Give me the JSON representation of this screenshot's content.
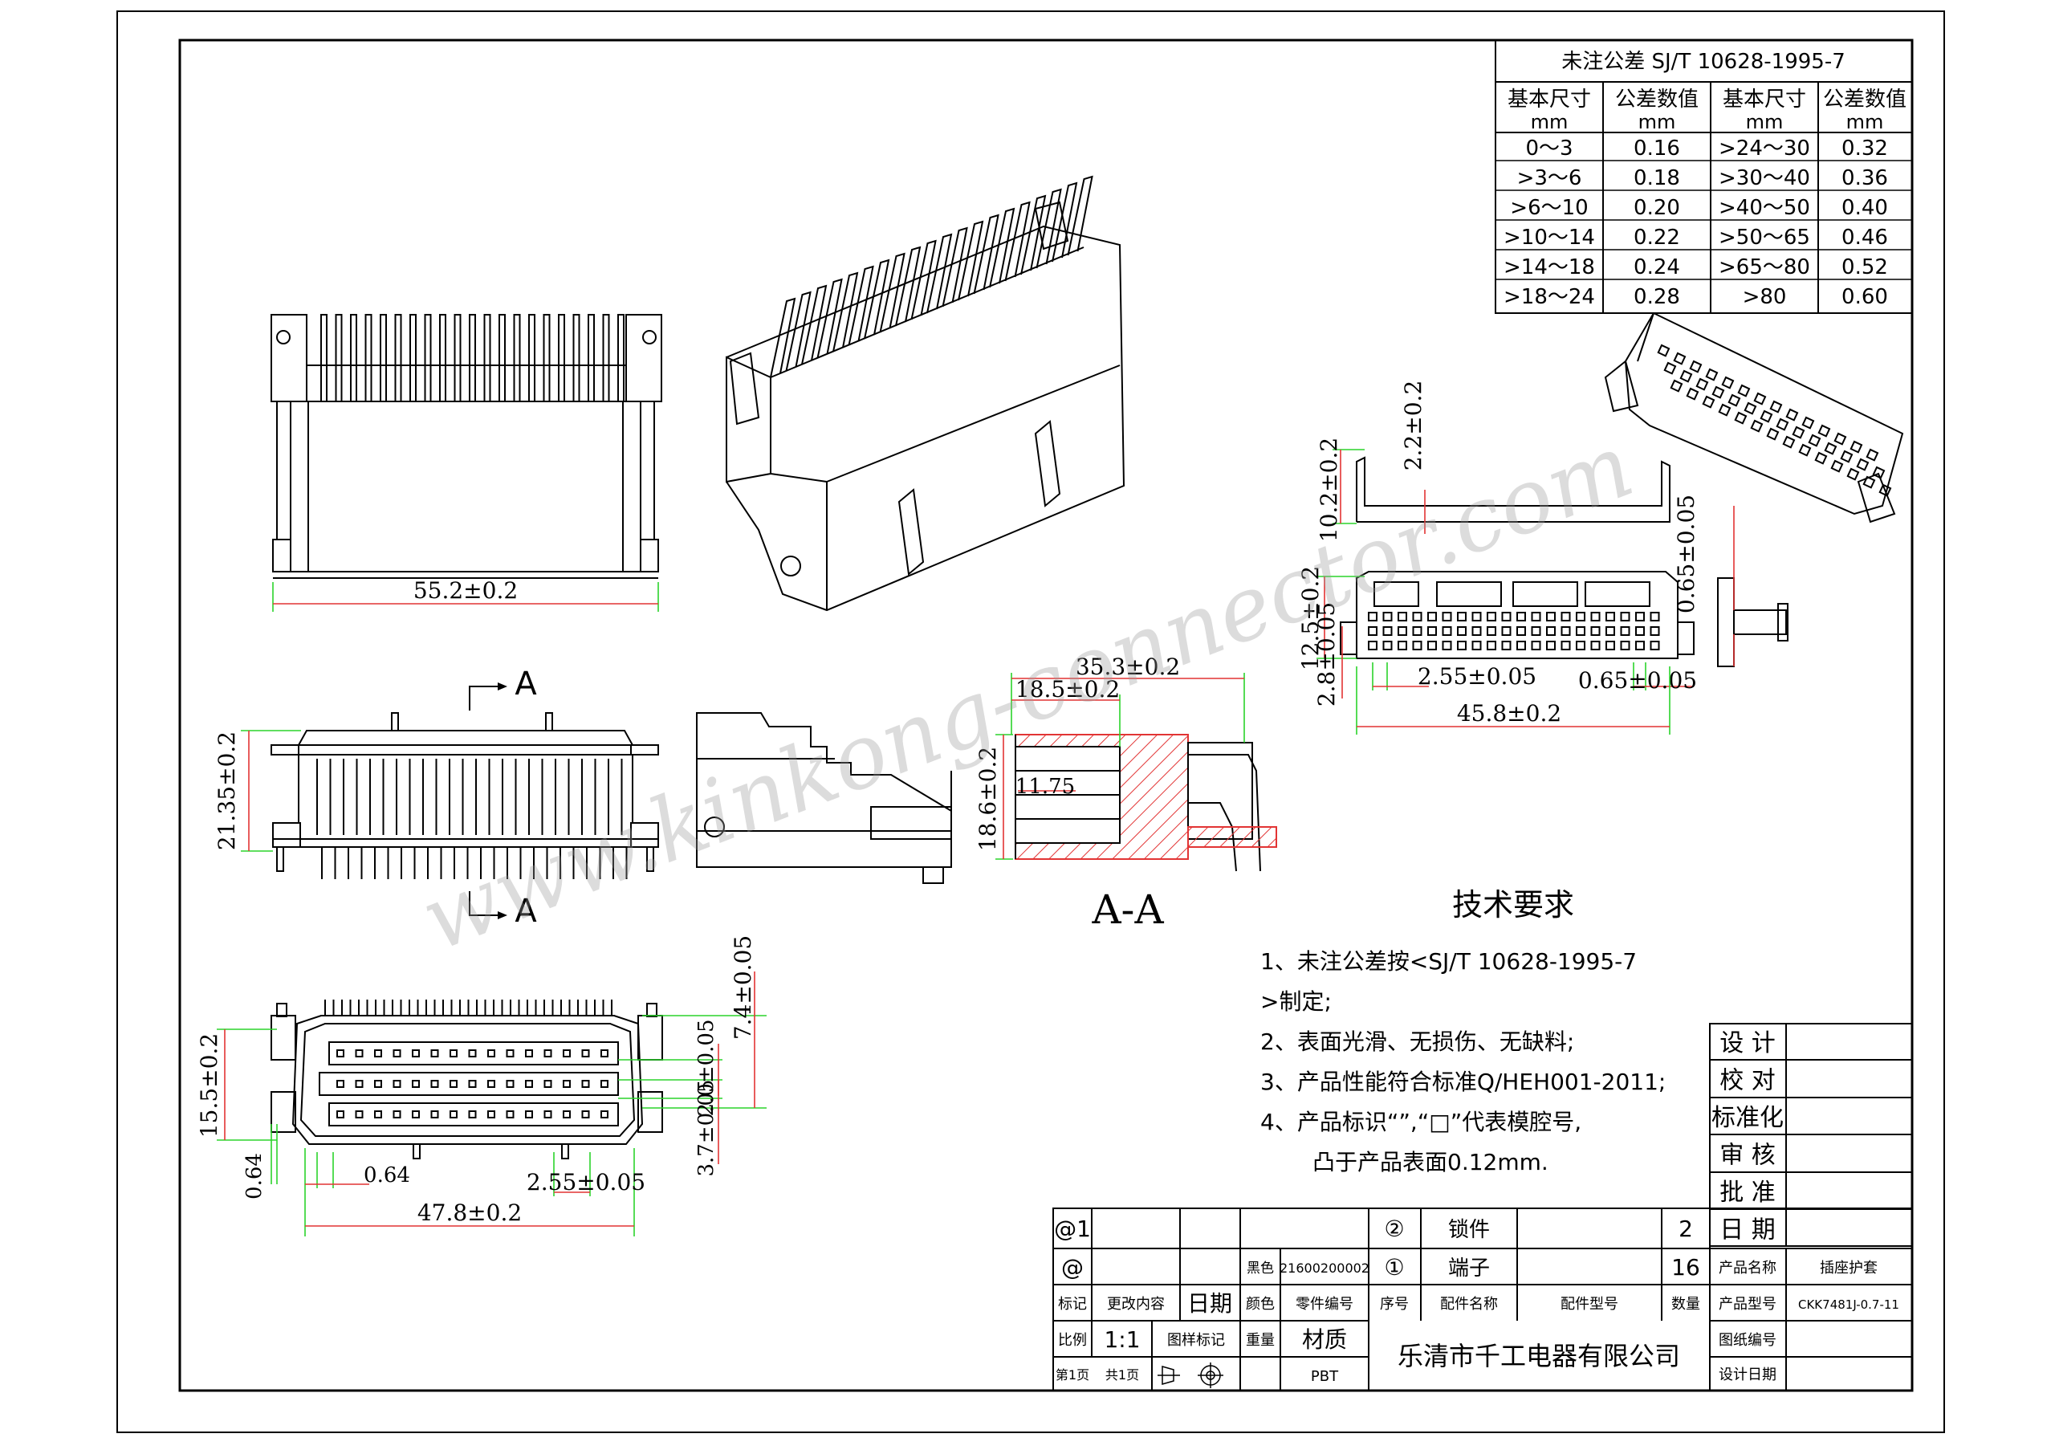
{
  "tolerance_table": {
    "title": "未注公差 SJ/T 10628-1995-7",
    "headers": [
      "基本尺寸",
      "公差数值",
      "基本尺寸",
      "公差数值"
    ],
    "units": [
      "mm",
      "mm",
      "mm",
      "mm"
    ],
    "rows": [
      [
        "0～3",
        "0.16",
        ">24～30",
        "0.32"
      ],
      [
        ">3～6",
        "0.18",
        ">30～40",
        "0.36"
      ],
      [
        ">6～10",
        "0.20",
        ">40～50",
        "0.40"
      ],
      [
        ">10～14",
        "0.22",
        ">50～65",
        "0.46"
      ],
      [
        ">14～18",
        "0.24",
        ">65～80",
        "0.52"
      ],
      [
        ">18～24",
        "0.28",
        ">80",
        "0.60"
      ]
    ]
  },
  "dimensions": {
    "top_width": "55.2±0.2",
    "side_height": "21.35±0.2",
    "section_mark_top": "A",
    "section_mark_bottom": "A",
    "section_depth": "35.3±0.2",
    "section_inner": "18.5±0.2",
    "section_height": "18.6±0.2",
    "section_small": "11.75",
    "section_label": "A-A",
    "cover_height": "10.2±0.2",
    "cover_lip": "2.2±0.2",
    "cover_face_height": "12.5±0.2",
    "cover_row": "2.8±0.05",
    "cover_pitch": "2.55±0.05",
    "cover_pin": "0.65±0.05",
    "cover_pin_side": "0.65±0.05",
    "cover_width": "45.8±0.2",
    "front_height": "15.5±0.2",
    "front_right_top": "7.4±0.05",
    "front_right_mid": "2.0±0.05",
    "front_right_bottom": "3.7±0.05",
    "front_left_small": "0.64",
    "front_pin": "0.64",
    "front_pitch": "2.55±0.05",
    "front_width": "47.8±0.2"
  },
  "watermark": "www.kinkong-connector.com",
  "requirements": {
    "title": "技术要求",
    "lines": [
      "1、未注公差按<SJ/T 10628-1995-7",
      ">制定;",
      "2、表面光滑、无损伤、无缺料;",
      "3、产品性能符合标准Q/HEH001-2011;",
      "4、产品标识“”,“□”代表模腔号,",
      "凸于产品表面0.12mm."
    ]
  },
  "title_block": {
    "approvals": [
      "设 计",
      "校 对",
      "标准化",
      "审 核",
      "批 准",
      "日 期"
    ],
    "rev_marks": [
      "@1",
      "@"
    ],
    "rev_headers": [
      "标记",
      "更改内容",
      "日期"
    ],
    "scale_label": "比例",
    "scale_value": "1:1",
    "pattern_mark_label": "图样标记",
    "sheet": "第1页",
    "sheets_total": "共1页",
    "color_label": "颜色",
    "color_value": "黑色",
    "part_no_label": "零件编号",
    "part_no_value": "21600200002",
    "weight_label": "重量",
    "material_label": "材质",
    "material_value": "PBT",
    "parts": [
      {
        "seq": "②",
        "name": "锁件",
        "qty": "2"
      },
      {
        "seq": "①",
        "name": "端子",
        "qty": "16"
      }
    ],
    "parts_headers": [
      "序号",
      "配件名称",
      "配件型号",
      "数量"
    ],
    "company": "乐清市千工电器有限公司",
    "product_name_label": "产品名称",
    "product_name": "插座护套",
    "product_model_label": "产品型号",
    "product_model": "CKK7481J-0.7-11",
    "drawing_no_label": "图纸编号",
    "design_date_label": "设计日期"
  }
}
